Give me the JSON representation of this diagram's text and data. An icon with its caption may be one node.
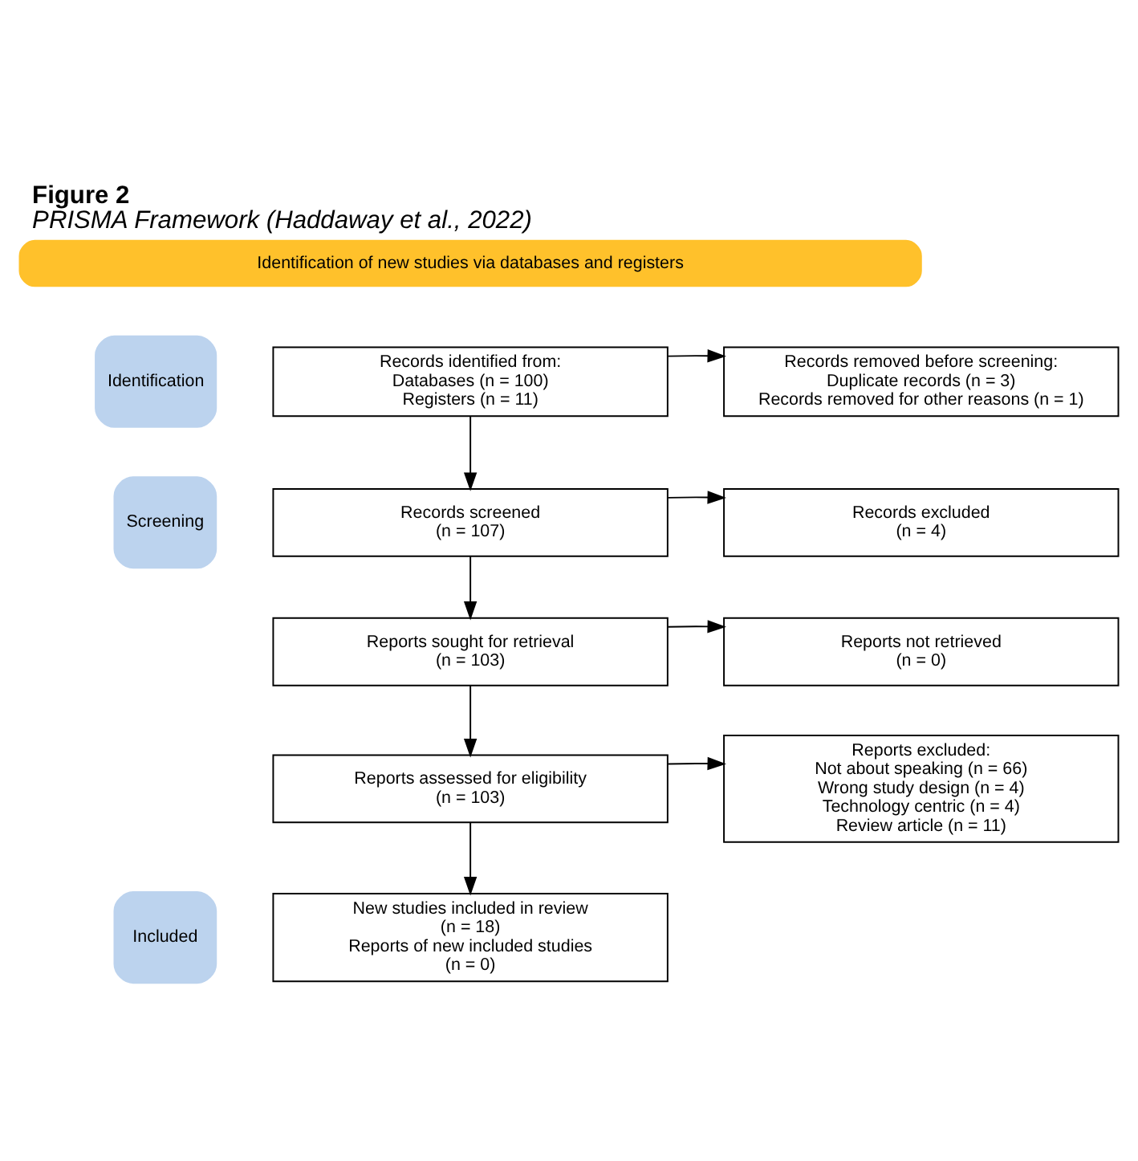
{
  "diagram": {
    "title": "Figure 2",
    "caption": "PRISMA Framework (Haddaway et al., 2022)",
    "nodes": [
      {
        "text": [
          "Identification of new studies via databases and registers"
        ]
      },
      {
        "text": [
          "Identification"
        ]
      },
      {
        "text": [
          "Records identified from:",
          "Databases (n = 100)",
          "Registers (n = 11)"
        ]
      },
      {
        "text": [
          "Records removed before screening:",
          "Duplicate records (n = 3)",
          "Records removed for other reasons (n = 1)"
        ]
      },
      {
        "text": [
          "Screening"
        ]
      },
      {
        "text": [
          "Records screened",
          "(n = 107)"
        ]
      },
      {
        "text": [
          "Records excluded",
          "(n = 4)"
        ]
      },
      {
        "text": [
          "Reports sought for retrieval",
          "(n = 103)"
        ]
      },
      {
        "text": [
          "Reports not retrieved",
          "(n = 0)"
        ]
      },
      {
        "text": [
          "Reports assessed for eligibility",
          "(n = 103)"
        ]
      },
      {
        "text": [
          "Reports excluded:",
          "Not about speaking (n = 66)",
          "Wrong study design (n = 4)",
          "Technology centric (n = 4)",
          "Review article (n = 11)"
        ]
      },
      {
        "text": [
          "Included"
        ]
      },
      {
        "text": [
          "New studies included in review",
          "(n = 18)",
          "Reports of new included studies",
          "(n = 0)"
        ]
      }
    ],
    "edges": [
      {
        "from": 2,
        "to": 3,
        "arrow": "to"
      },
      {
        "from": 2,
        "to": 5,
        "arrow": "to"
      },
      {
        "from": 5,
        "to": 6,
        "arrow": "to"
      },
      {
        "from": 5,
        "to": 7,
        "arrow": "to"
      },
      {
        "from": 7,
        "to": 8,
        "arrow": "to"
      },
      {
        "from": 7,
        "to": 9,
        "arrow": "to"
      },
      {
        "from": 9,
        "to": 10,
        "arrow": "to"
      },
      {
        "from": 9,
        "to": 12,
        "arrow": "to"
      }
    ]
  }
}
